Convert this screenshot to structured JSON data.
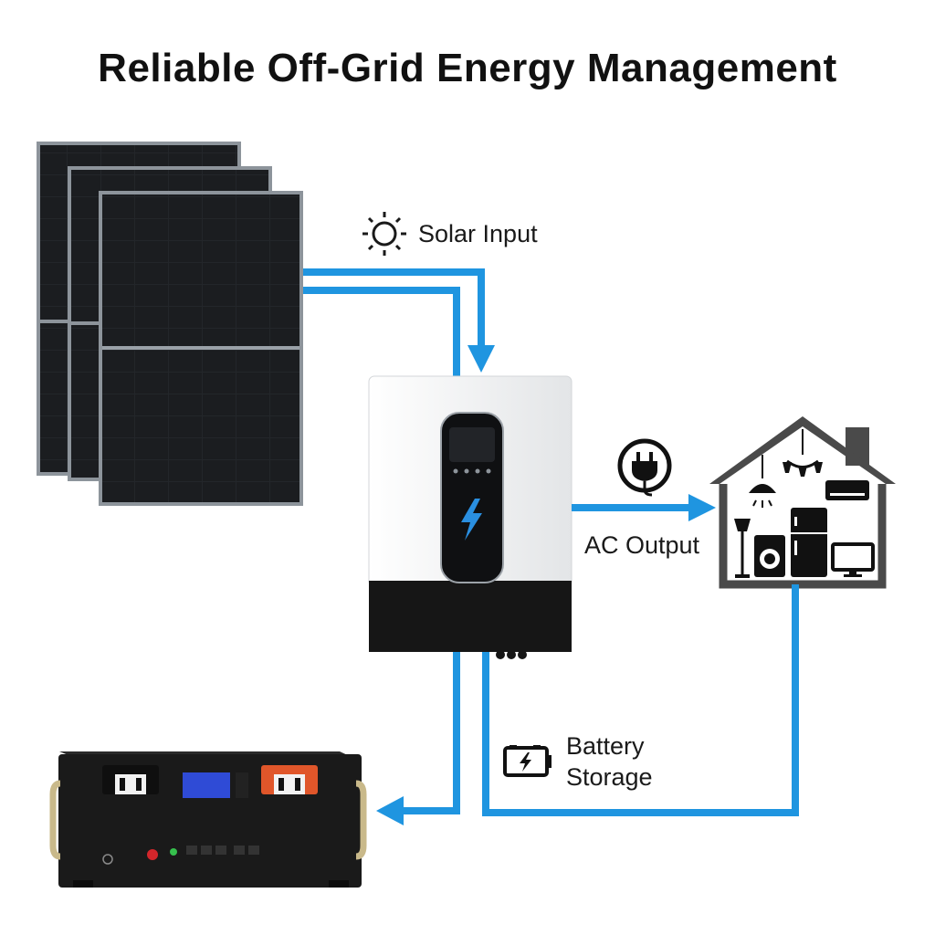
{
  "title": "Reliable Off-Grid Energy Management",
  "labels": {
    "solar_input": "Solar Input",
    "ac_output": "AC Output",
    "battery_storage": "Battery Storage"
  },
  "colors": {
    "flow": "#1f95e0",
    "panel": "#1d1f22",
    "panel_frame": "#8d949b",
    "inverter_body": "#f2f3f4",
    "inverter_base": "#161616",
    "bolt": "#2a8fe0",
    "battery_body": "#1a1a1a",
    "house_outline": "#4a4a4a"
  },
  "icons": {
    "solar": "sun-icon",
    "ac": "plug-icon",
    "battery": "battery-icon",
    "inverter": "lightning-bolt-icon"
  }
}
